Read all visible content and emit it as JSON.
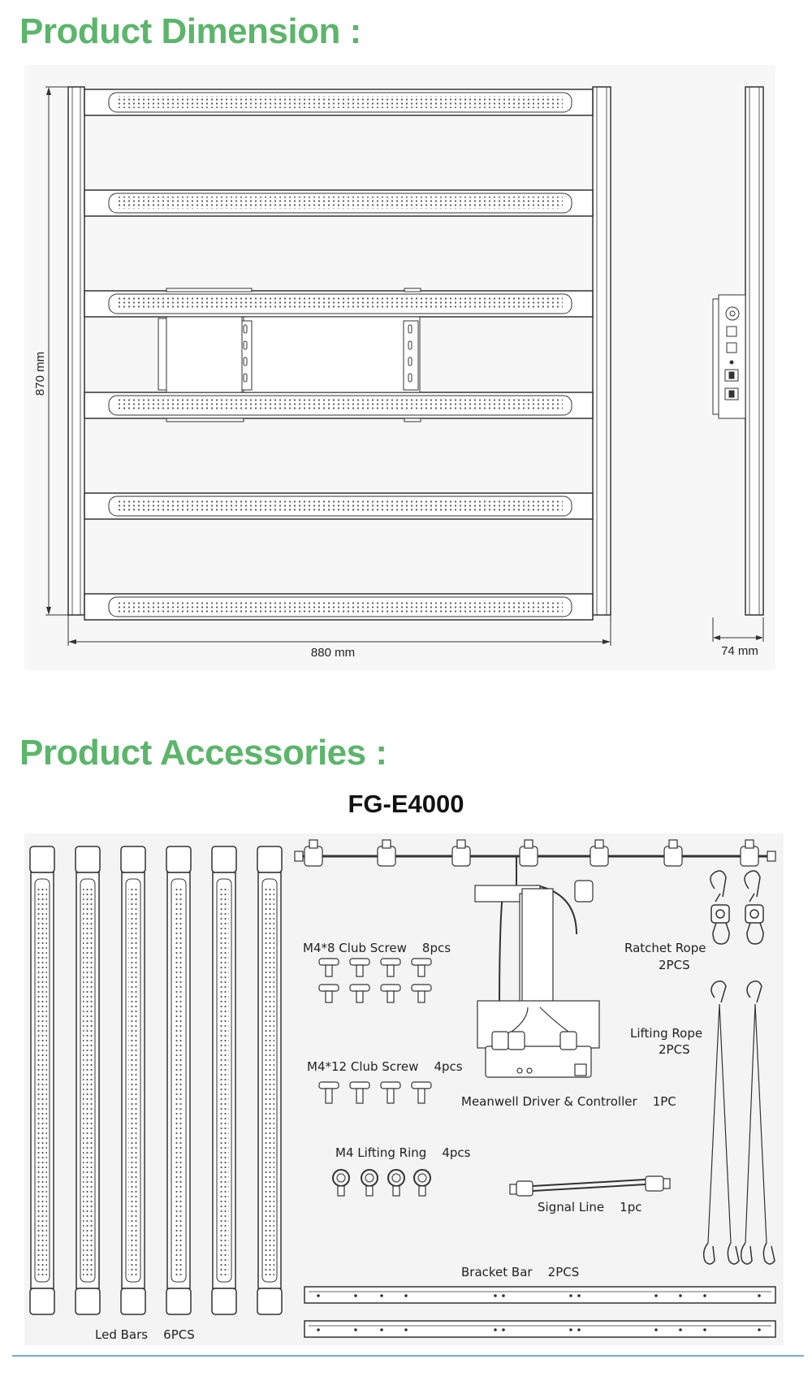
{
  "sections": {
    "dimension_title": "Product Dimension :",
    "accessories_title": "Product Accessories :"
  },
  "dimensions": {
    "height": "870 mm",
    "width": "880 mm",
    "depth": "74 mm"
  },
  "model": "FG-E4000",
  "accessories": {
    "led_bars": "Led Bars    6PCS",
    "m48_screw": "M4*8 Club Screw    8pcs",
    "m412_screw": "M4*12 Club Screw    4pcs",
    "lifting_ring": "M4 Lifting Ring    4pcs",
    "driver": "Meanwell Driver & Controller    1PC",
    "signal_line": "Signal Line    1pc",
    "bracket_bar": "Bracket Bar    2PCS",
    "ratchet_rope_name": "Ratchet Rope",
    "ratchet_rope_qty": "2PCS",
    "lifting_rope_name": "Lifting Rope",
    "lifting_rope_qty": "2PCS"
  },
  "colors": {
    "heading": "#5bb56a",
    "line": "#333333",
    "divider": "#79a9d9"
  }
}
